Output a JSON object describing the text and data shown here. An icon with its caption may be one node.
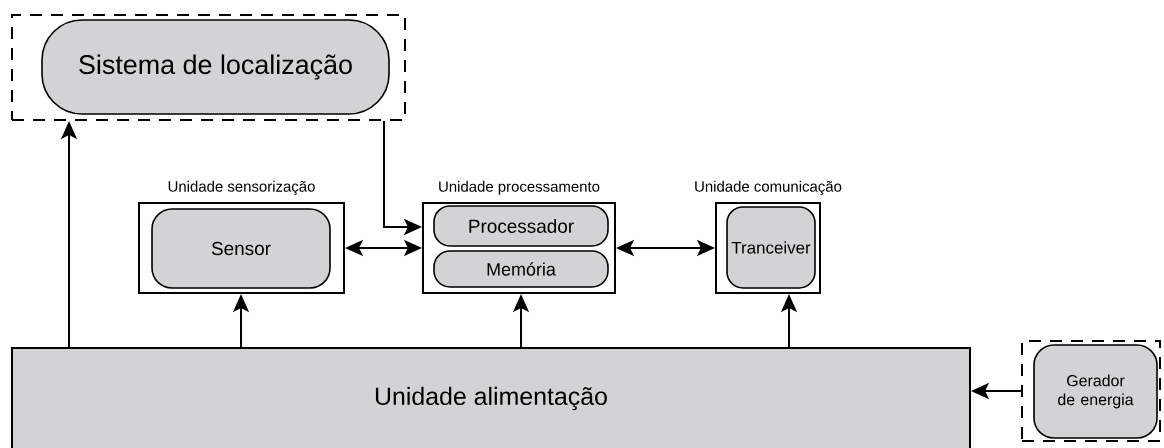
{
  "diagram": {
    "nodes": [
      {
        "text": [],
        "shape": "box"
      },
      {
        "text": [
          "Sistema de localização"
        ],
        "in": 0
      },
      {
        "text": [
          "Unidade sensorização"
        ]
      },
      {
        "text": [
          "Sensor"
        ],
        "in": 2
      },
      {
        "text": [
          "Unidade processamento"
        ]
      },
      {
        "text": [
          "Processador"
        ],
        "in": 4
      },
      {
        "text": [
          "Memória"
        ],
        "in": 4
      },
      {
        "text": [
          "Unidade comunicação"
        ]
      },
      {
        "text": [
          "Tranceiver"
        ],
        "in": 7
      },
      {
        "text": [
          "Unidade alimentação"
        ]
      },
      {
        "text": [],
        "shape": "box"
      },
      {
        "text": [
          "Gerador de energia"
        ],
        "in": 10
      }
    ],
    "edges": [
      {
        "from": 9,
        "to": 0,
        "arrow": "to"
      },
      {
        "from": 0,
        "to": 4,
        "arrow": "to"
      },
      {
        "from": 2,
        "to": 4,
        "arrow": "both"
      },
      {
        "from": 4,
        "to": 7,
        "arrow": "both"
      },
      {
        "from": 9,
        "to": 2,
        "arrow": "to"
      },
      {
        "from": 9,
        "to": 4,
        "arrow": "to"
      },
      {
        "from": 9,
        "to": 7,
        "arrow": "to"
      },
      {
        "from": 10,
        "to": 9,
        "arrow": "to"
      }
    ]
  }
}
